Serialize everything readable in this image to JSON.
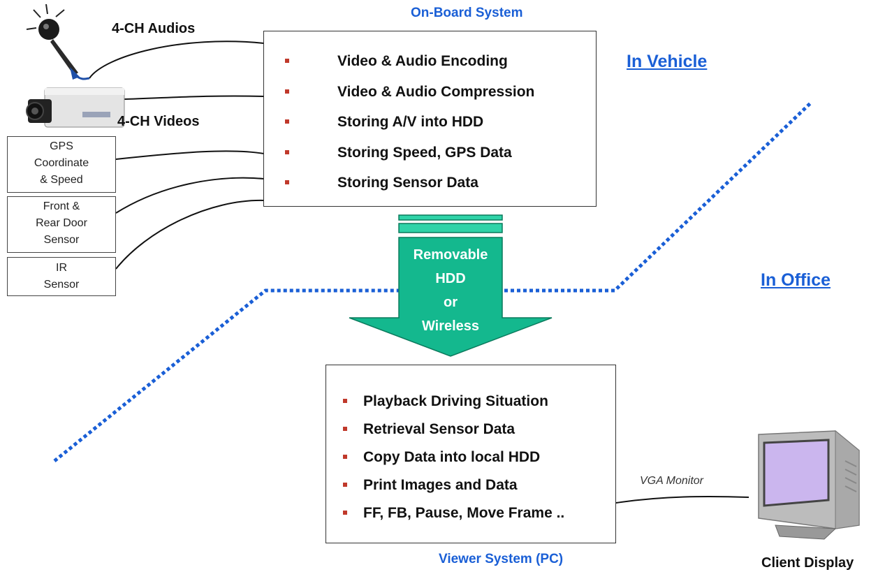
{
  "onboard": {
    "title": "On-Board System",
    "items": [
      "Video & Audio Encoding",
      "Video & Audio Compression",
      "Storing A/V into HDD",
      "Storing Speed, GPS Data",
      "Storing Sensor Data"
    ]
  },
  "inputs": {
    "audios_label": "4-CH Audios",
    "videos_label": "4-CH Videos",
    "gps_lines": [
      "GPS",
      "Coordinate",
      "& Speed"
    ],
    "door_lines": [
      "Front &",
      "Rear Door",
      "Sensor"
    ],
    "ir_lines": [
      "IR",
      "Sensor"
    ]
  },
  "zones": {
    "vehicle": "In Vehicle",
    "office": "In Office"
  },
  "transfer": {
    "lines": [
      "Removable",
      "HDD",
      "or",
      "Wireless"
    ]
  },
  "viewer": {
    "title": "Viewer System (PC)",
    "items": [
      "Playback Driving Situation",
      "Retrieval Sensor Data",
      "Copy Data into local HDD",
      "Print Images and Data",
      "FF, FB, Pause, Move Frame .."
    ]
  },
  "client": {
    "connection_label": "VGA Monitor",
    "label": "Client Display"
  },
  "colors": {
    "accent_blue": "#1a5fd6",
    "arrow_green": "#14b88e",
    "bullet_red": "#c0392b"
  },
  "icons": [
    "microphone-icon",
    "camera-icon",
    "monitor-icon"
  ]
}
